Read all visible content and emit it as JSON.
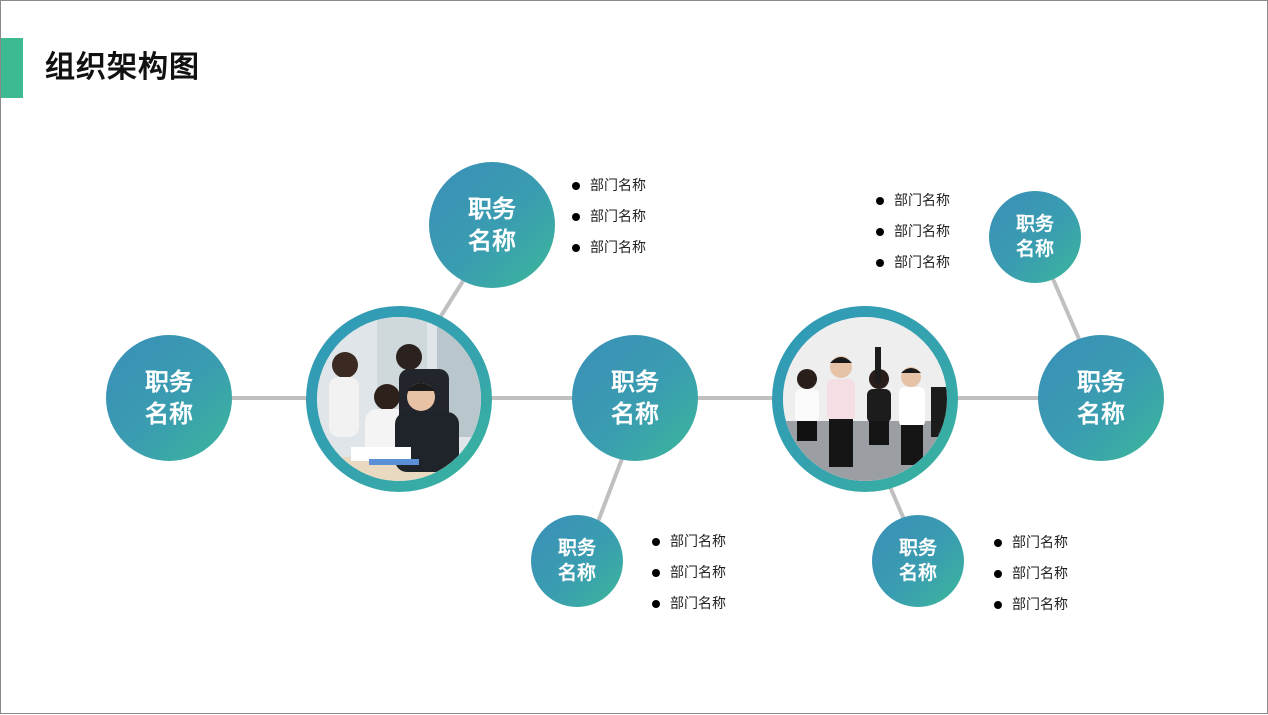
{
  "slide": {
    "title": "组织架构图",
    "accent_color": "#3dba92",
    "node_gradient": [
      "#3a8fb8",
      "#3cb89a"
    ],
    "connector_color": "#c0c0c0"
  },
  "nodes": {
    "left": {
      "line1": "职务",
      "line2": "名称"
    },
    "top": {
      "line1": "职务",
      "line2": "名称"
    },
    "middle": {
      "line1": "职务",
      "line2": "名称"
    },
    "bottom_left": {
      "line1": "职务",
      "line2": "名称"
    },
    "top_right": {
      "line1": "职务",
      "line2": "名称"
    },
    "right": {
      "line1": "职务",
      "line2": "名称"
    },
    "bottom_right": {
      "line1": "职务",
      "line2": "名称"
    }
  },
  "photos": [
    {
      "description": "team meeting around a desk with documents"
    },
    {
      "description": "group of business people celebrating with raised fists"
    }
  ],
  "department_lists": {
    "top": [
      "部门名称",
      "部门名称",
      "部门名称"
    ],
    "top_right": [
      "部门名称",
      "部门名称",
      "部门名称"
    ],
    "bottom_left": [
      "部门名称",
      "部门名称",
      "部门名称"
    ],
    "bottom_right": [
      "部门名称",
      "部门名称",
      "部门名称"
    ]
  }
}
